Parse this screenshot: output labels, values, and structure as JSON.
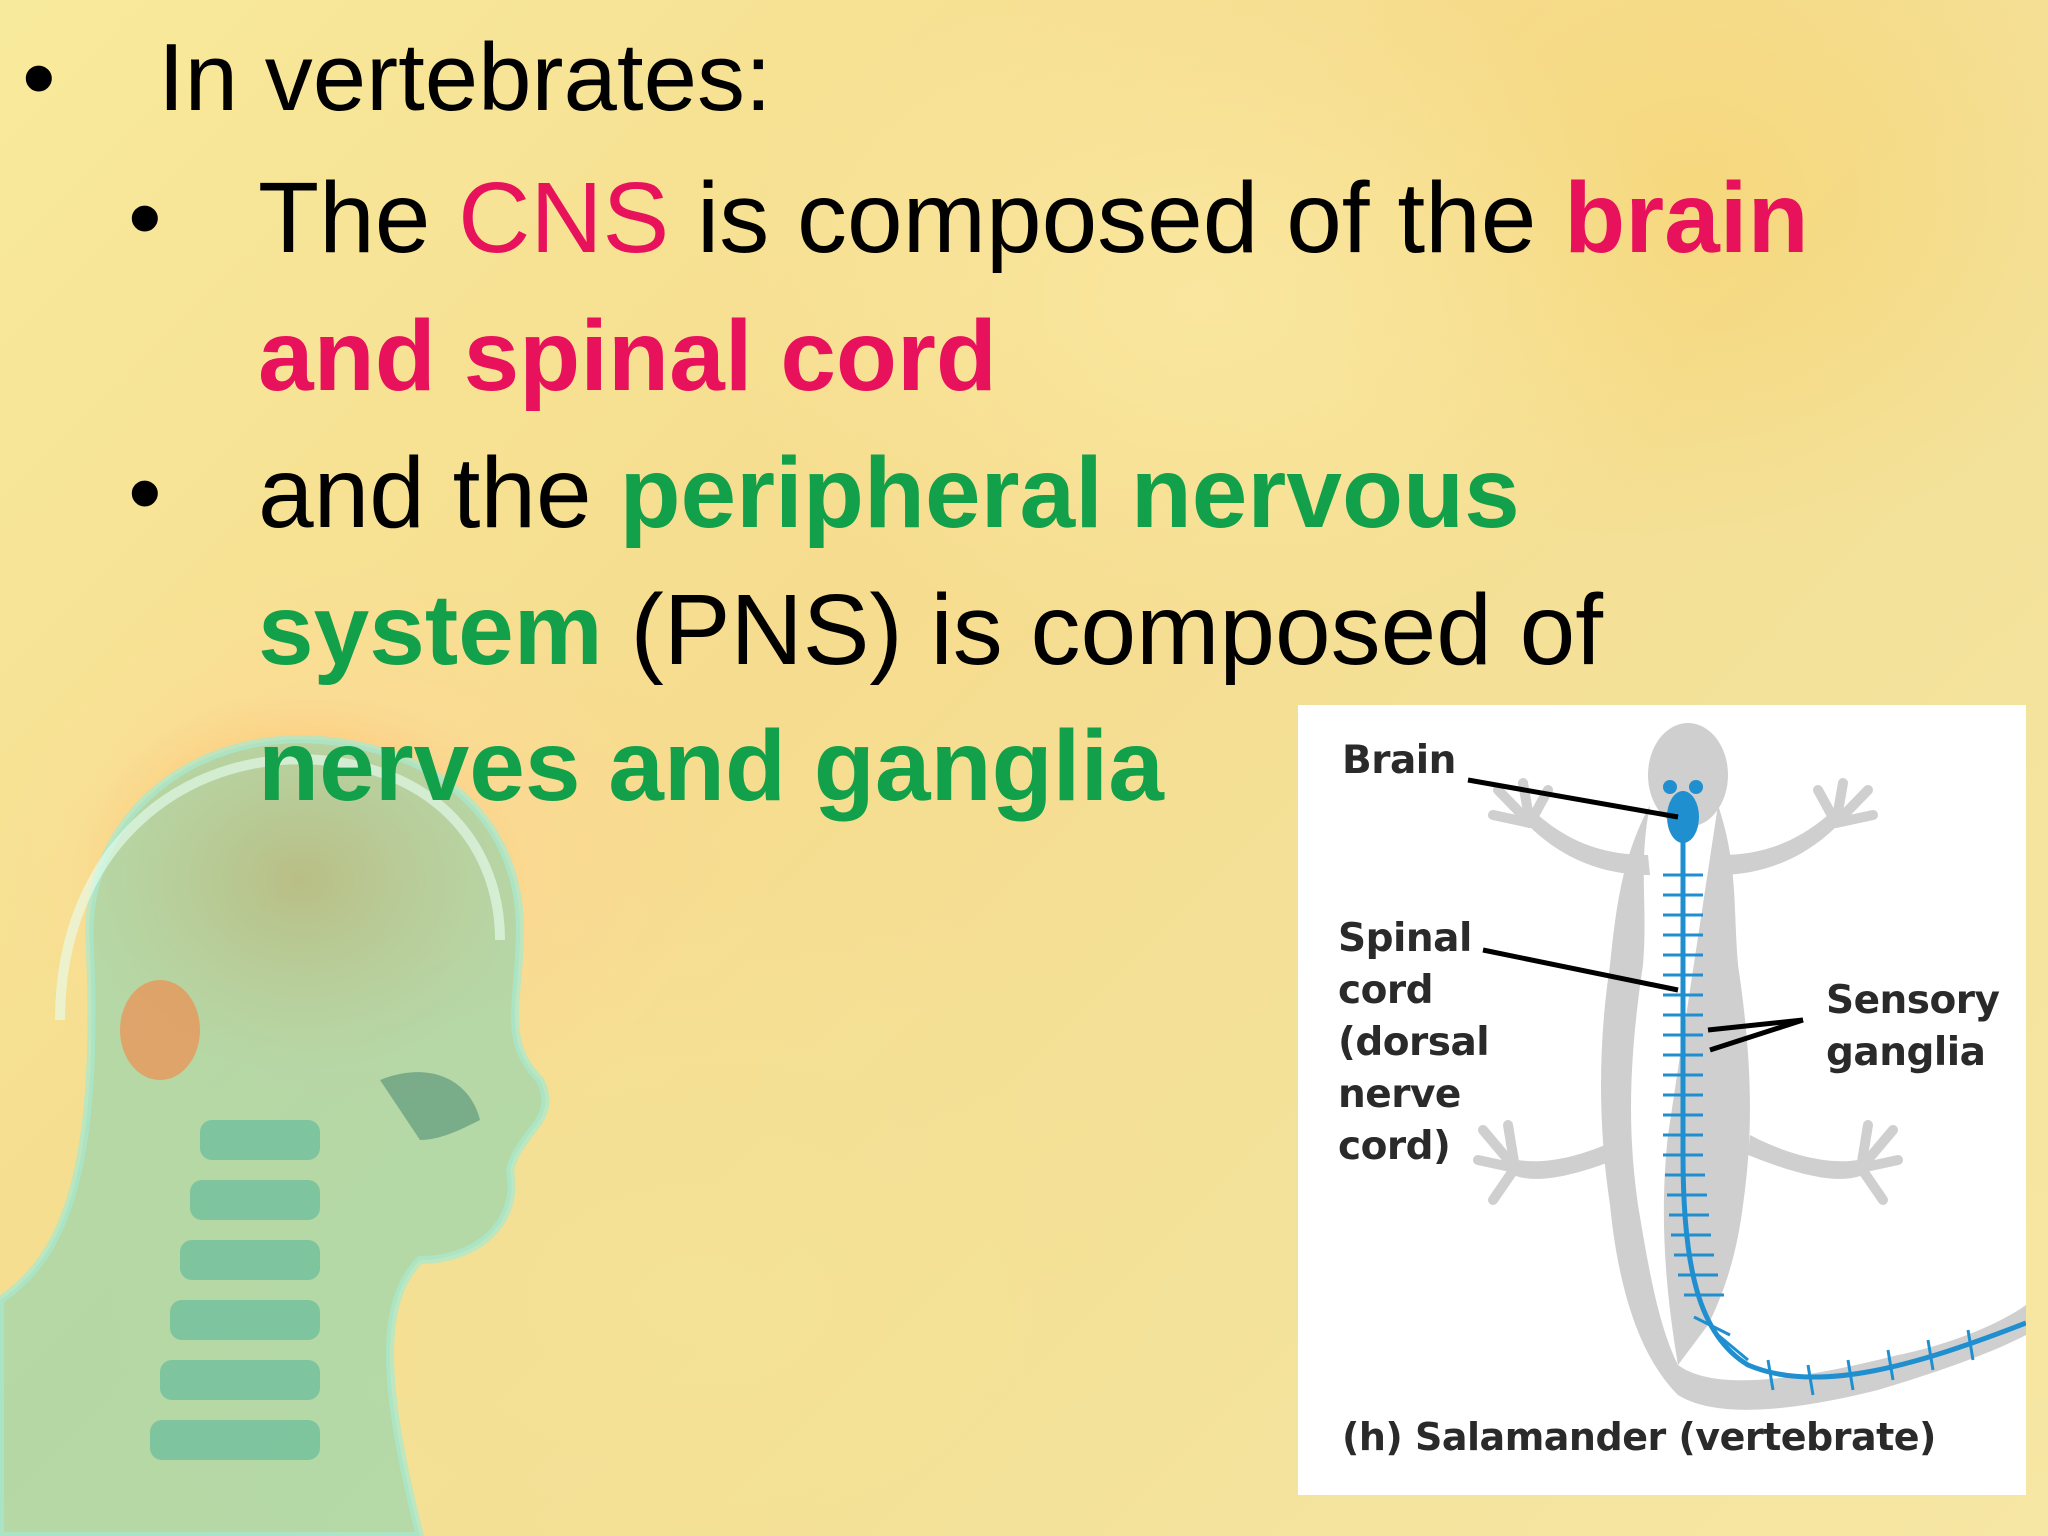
{
  "slide": {
    "bullet_symbol": "•",
    "heading": "In vertebrates:",
    "point1": {
      "prefix": "The ",
      "cns": "CNS",
      "middle": " is composed of the ",
      "brain": "brain",
      "spinal": "and spinal cord"
    },
    "point2": {
      "prefix": "and the ",
      "pns_line1": "peripheral nervous",
      "pns_line2": "system",
      "middle": " (PNS) is composed of",
      "nerves": "nerves and ganglia"
    }
  },
  "diagram": {
    "label_brain": "Brain",
    "label_spinal": [
      "Spinal",
      "cord",
      "(dorsal",
      "nerve",
      "cord)"
    ],
    "label_sensory": [
      "Sensory",
      "ganglia"
    ],
    "caption": "(h) Salamander (vertebrate)"
  },
  "colors": {
    "cns_pink": "#e8115b",
    "pns_green": "#12a04a",
    "nerve_blue": "#1f8fd0",
    "body_gray": "#cfcfcf"
  }
}
